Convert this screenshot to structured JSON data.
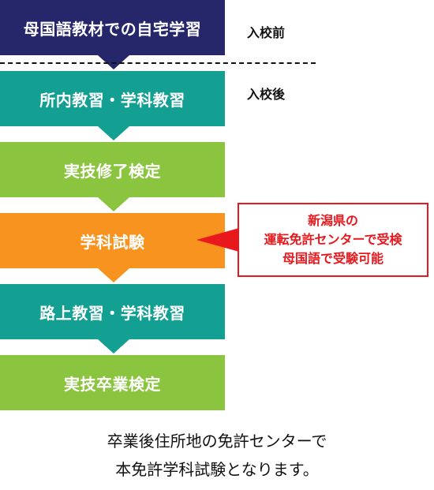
{
  "colors": {
    "navy": "#26266b",
    "teal": "#139f92",
    "green": "#8bc43f",
    "orange": "#f7931e",
    "red": "#e8181d",
    "text": "#111111"
  },
  "stages": [
    {
      "label": "母国語教材での自宅学習",
      "color": "#26266b"
    },
    {
      "label": "所内教習・学科教習",
      "color": "#139f92"
    },
    {
      "label": "実技修了検定",
      "color": "#8bc43f"
    },
    {
      "label": "学科試験",
      "color": "#f7931e"
    },
    {
      "label": "路上教習・学科教習",
      "color": "#139f92"
    },
    {
      "label": "実技卒業検定",
      "color": "#8bc43f"
    }
  ],
  "side_labels": {
    "before": "入校前",
    "after": "入校後"
  },
  "callout": {
    "lines": [
      "新潟県の",
      "運転免許センターで受検",
      "母国語で受験可能"
    ]
  },
  "footnote": {
    "line1": "卒業後住所地の免許センターで",
    "line2": "本免許学科試験となります。"
  }
}
